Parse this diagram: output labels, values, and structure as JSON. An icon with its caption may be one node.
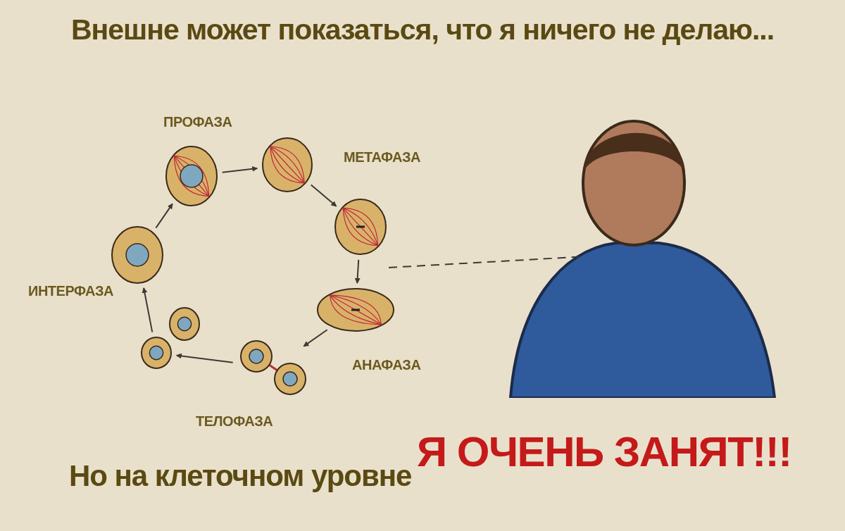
{
  "diagram": {
    "title": "Внешне может показаться, что я ничего не делаю...",
    "nodes": [
      {
        "text": [],
        "shape": "picture"
      },
      {
        "text": [],
        "shape": "picture"
      },
      {
        "text": [],
        "shape": "picture"
      },
      {
        "text": [],
        "shape": "picture"
      },
      {
        "text": [],
        "shape": "picture"
      },
      {
        "text": [],
        "shape": "picture"
      },
      {
        "text": [],
        "shape": "picture"
      },
      {
        "text": [],
        "shape": "picture"
      },
      {
        "text": [],
        "shape": "person"
      }
    ],
    "edges": [
      {
        "from": 0,
        "to": 1,
        "arrow": "to"
      },
      {
        "from": 1,
        "to": 2,
        "arrow": "to"
      },
      {
        "from": 2,
        "to": 3,
        "arrow": "to"
      },
      {
        "from": 3,
        "to": 4,
        "arrow": "to"
      },
      {
        "from": 4,
        "to": 5,
        "arrow": "to"
      },
      {
        "from": 5,
        "to": 7,
        "arrow": "to"
      },
      {
        "from": 7,
        "to": 0,
        "arrow": "to"
      },
      {
        "from": null,
        "to": 8,
        "arrow": "none",
        "style": "dashed"
      }
    ],
    "labels": [
      "ПРОФАЗА",
      "МЕТАФАЗА",
      "ИНТЕРФАЗА",
      "АНАФАЗА",
      "ТЕЛОФАЗА",
      "Но на клеточном уровне",
      "Я ОЧЕНЬ ЗАНЯТ!!!"
    ]
  }
}
